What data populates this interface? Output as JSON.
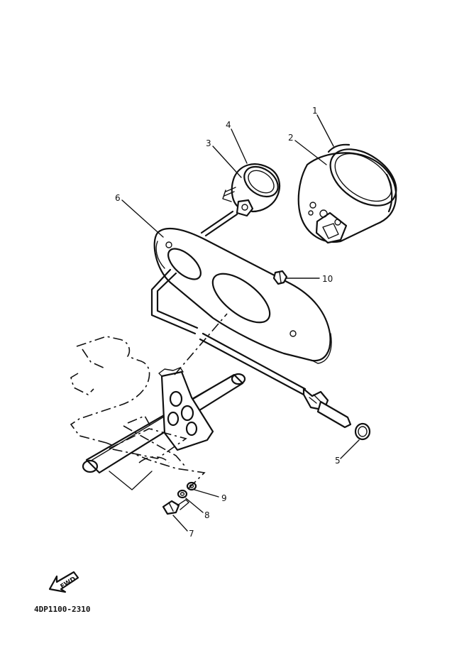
{
  "callouts": {
    "c1": "1",
    "c2": "2",
    "c3": "3",
    "c4": "4",
    "c5": "5",
    "c6": "6",
    "c7": "7",
    "c8": "8",
    "c9": "9",
    "c10": "10"
  },
  "fwd_label": "FWD",
  "diagram_code": "4DP1100-2310"
}
